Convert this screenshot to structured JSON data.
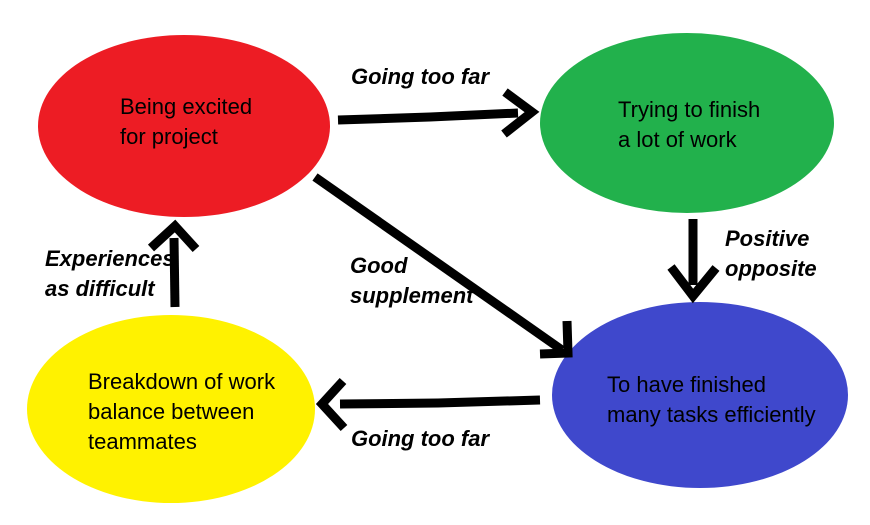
{
  "canvas": {
    "background_color": "#ffffff",
    "arrow_color": "#000000",
    "text_color": "#000000"
  },
  "diagram": {
    "nodes": [
      {
        "id": "being-excited",
        "label": "Being excited\nfor project",
        "color": "#ed1c24"
      },
      {
        "id": "trying-to-finish",
        "label": "Trying to finish\na lot of work",
        "color": "#22b14c"
      },
      {
        "id": "finished-tasks",
        "label": "To have finished\nmany tasks efficiently",
        "color": "#3f48cc"
      },
      {
        "id": "breakdown-work-balance",
        "label": "Breakdown of work\nbalance between\nteammates",
        "color": "#fff200"
      }
    ],
    "edges": [
      {
        "from": "being-excited",
        "to": "trying-to-finish",
        "label": "Going too far"
      },
      {
        "from": "trying-to-finish",
        "to": "finished-tasks",
        "label": "Positive\nopposite"
      },
      {
        "from": "being-excited",
        "to": "finished-tasks",
        "label": "Good\nsupplement"
      },
      {
        "from": "finished-tasks",
        "to": "breakdown-work-balance",
        "label": "Going too far"
      },
      {
        "from": "breakdown-work-balance",
        "to": "being-excited",
        "label": "Experiences\nas difficult"
      }
    ]
  }
}
